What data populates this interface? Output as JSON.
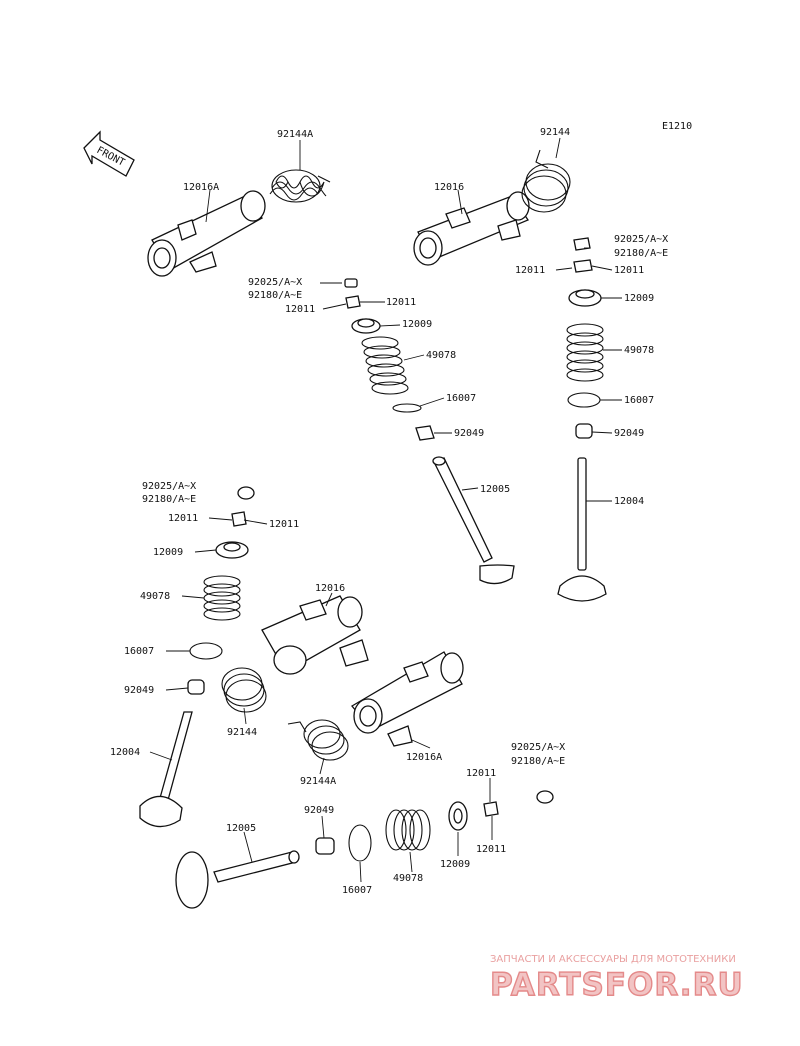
{
  "diagram_code": "E1210",
  "front_label": "FRONT",
  "watermark": {
    "tagline": "ЗАПЧАСТИ И АКСЕССУАРЫ ДЛЯ МОТОТЕХНИКИ",
    "logo": "PARTSFOR.RU"
  },
  "labels": {
    "l1": "92144A",
    "l2": "92144",
    "l3": "12016A",
    "l4": "12016",
    "l5": "92025/A~X",
    "l6": "92180/A~E",
    "l7": "12011",
    "l8": "12011",
    "l9": "12009",
    "l10": "92025/A~X",
    "l11": "92180/A~E",
    "l12": "12011",
    "l13": "12011",
    "l14": "12009",
    "l15": "49078",
    "l16": "49078",
    "l17": "16007",
    "l18": "16007",
    "l19": "92049",
    "l20": "92049",
    "l21": "12005",
    "l22": "12004",
    "l23": "92025/A~X",
    "l24": "92180/A~E",
    "l25": "12011",
    "l26": "12011",
    "l27": "12009",
    "l28": "49078",
    "l29": "12016",
    "l30": "16007",
    "l31": "92049",
    "l32": "92144",
    "l33": "12004",
    "l34": "12016A",
    "l35": "92144A",
    "l36": "92025/A~X",
    "l37": "92180/A~E",
    "l38": "12011",
    "l39": "12011",
    "l40": "92049",
    "l41": "12005",
    "l42": "16007",
    "l43": "49078",
    "l44": "12009"
  }
}
